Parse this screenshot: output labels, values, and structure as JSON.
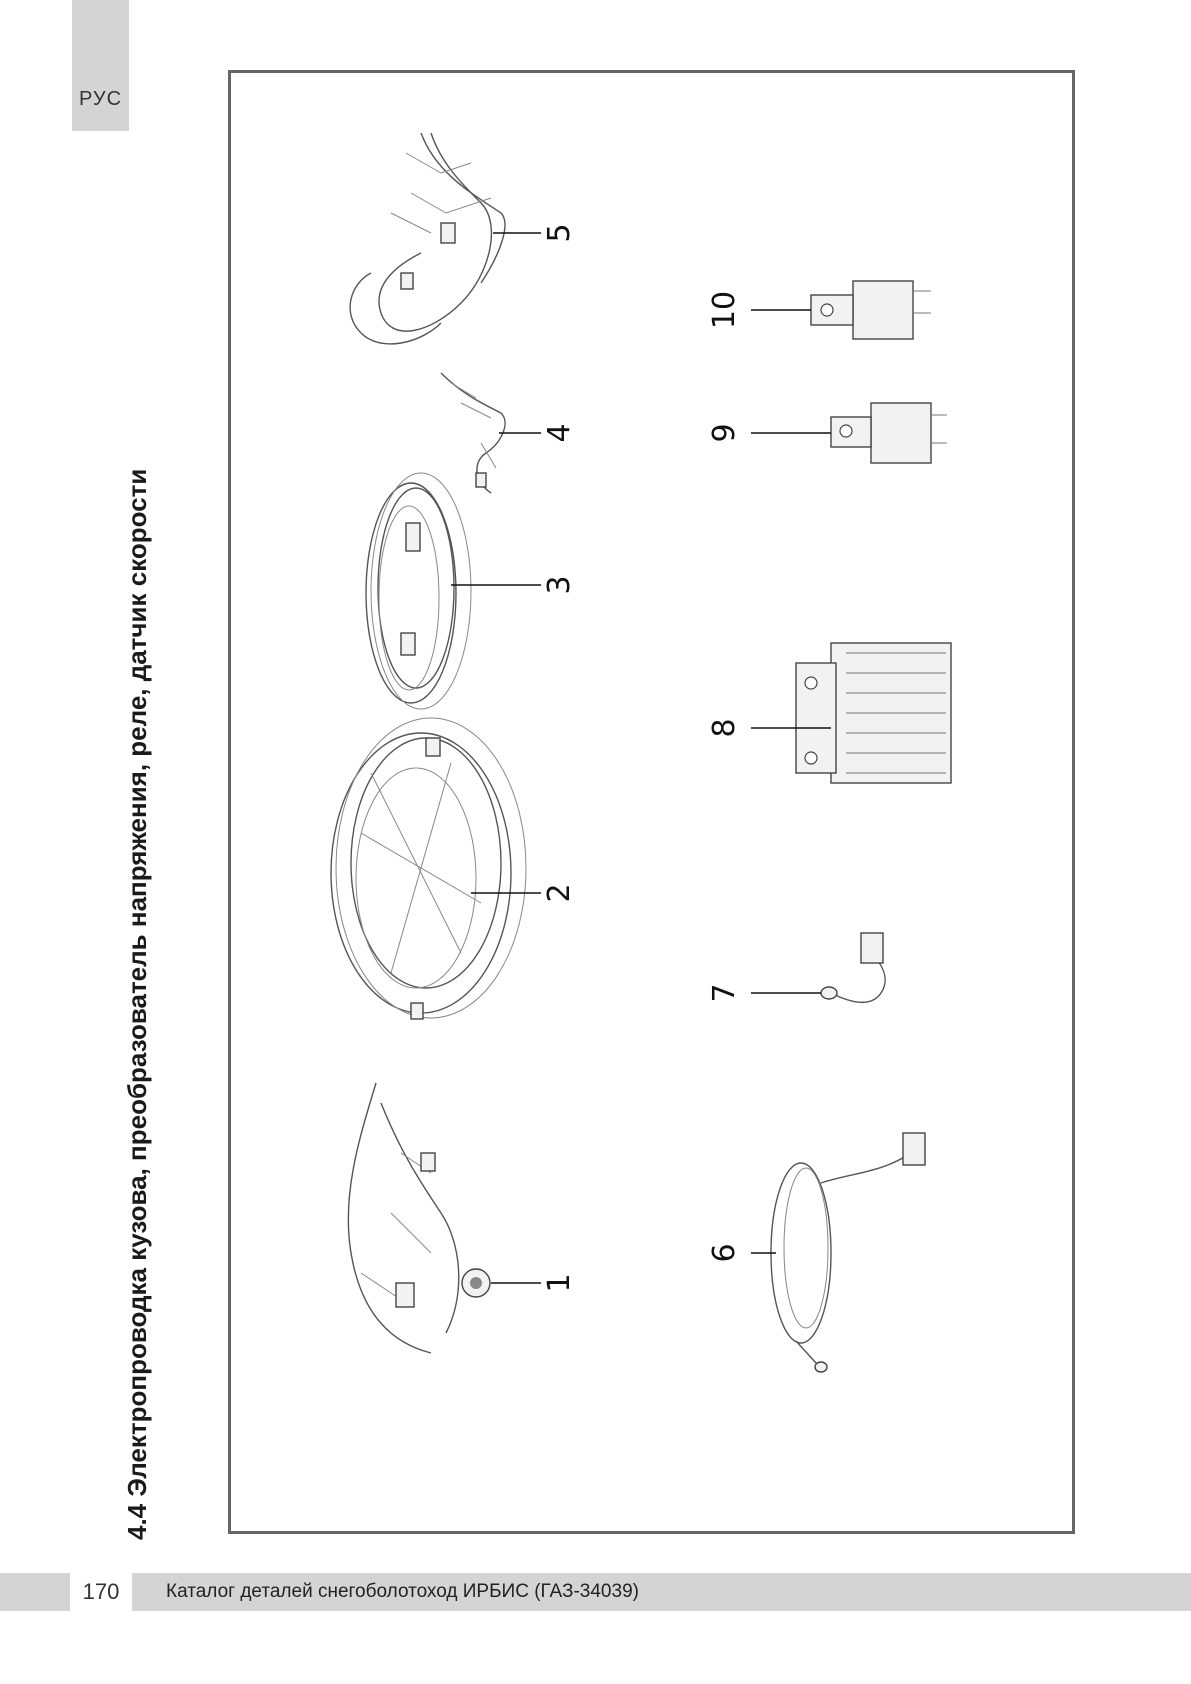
{
  "lang_tab": "РУС",
  "section_title": "4.4 Электропроводка кузова, преобразователь напряжения, реле, датчик скорости",
  "parts": [
    {
      "id": "part-1",
      "label": "1",
      "icon": "wiring-harness-icon"
    },
    {
      "id": "part-2",
      "label": "2",
      "icon": "wiring-harness-coil-icon"
    },
    {
      "id": "part-3",
      "label": "3",
      "icon": "cable-bundle-icon"
    },
    {
      "id": "part-4",
      "label": "4",
      "icon": "small-harness-icon"
    },
    {
      "id": "part-5",
      "label": "5",
      "icon": "wiring-harness-loop-icon"
    },
    {
      "id": "part-6",
      "label": "6",
      "icon": "sensor-cable-icon"
    },
    {
      "id": "part-7",
      "label": "7",
      "icon": "speed-sensor-icon"
    },
    {
      "id": "part-8",
      "label": "8",
      "icon": "voltage-converter-icon"
    },
    {
      "id": "part-9",
      "label": "9",
      "icon": "relay-icon"
    },
    {
      "id": "part-10",
      "label": "10",
      "icon": "relay-icon"
    }
  ],
  "footer": {
    "page_number": "170",
    "catalog_title": "Каталог деталей снегоболотоход ИРБИС (ГАЗ-34039)"
  }
}
